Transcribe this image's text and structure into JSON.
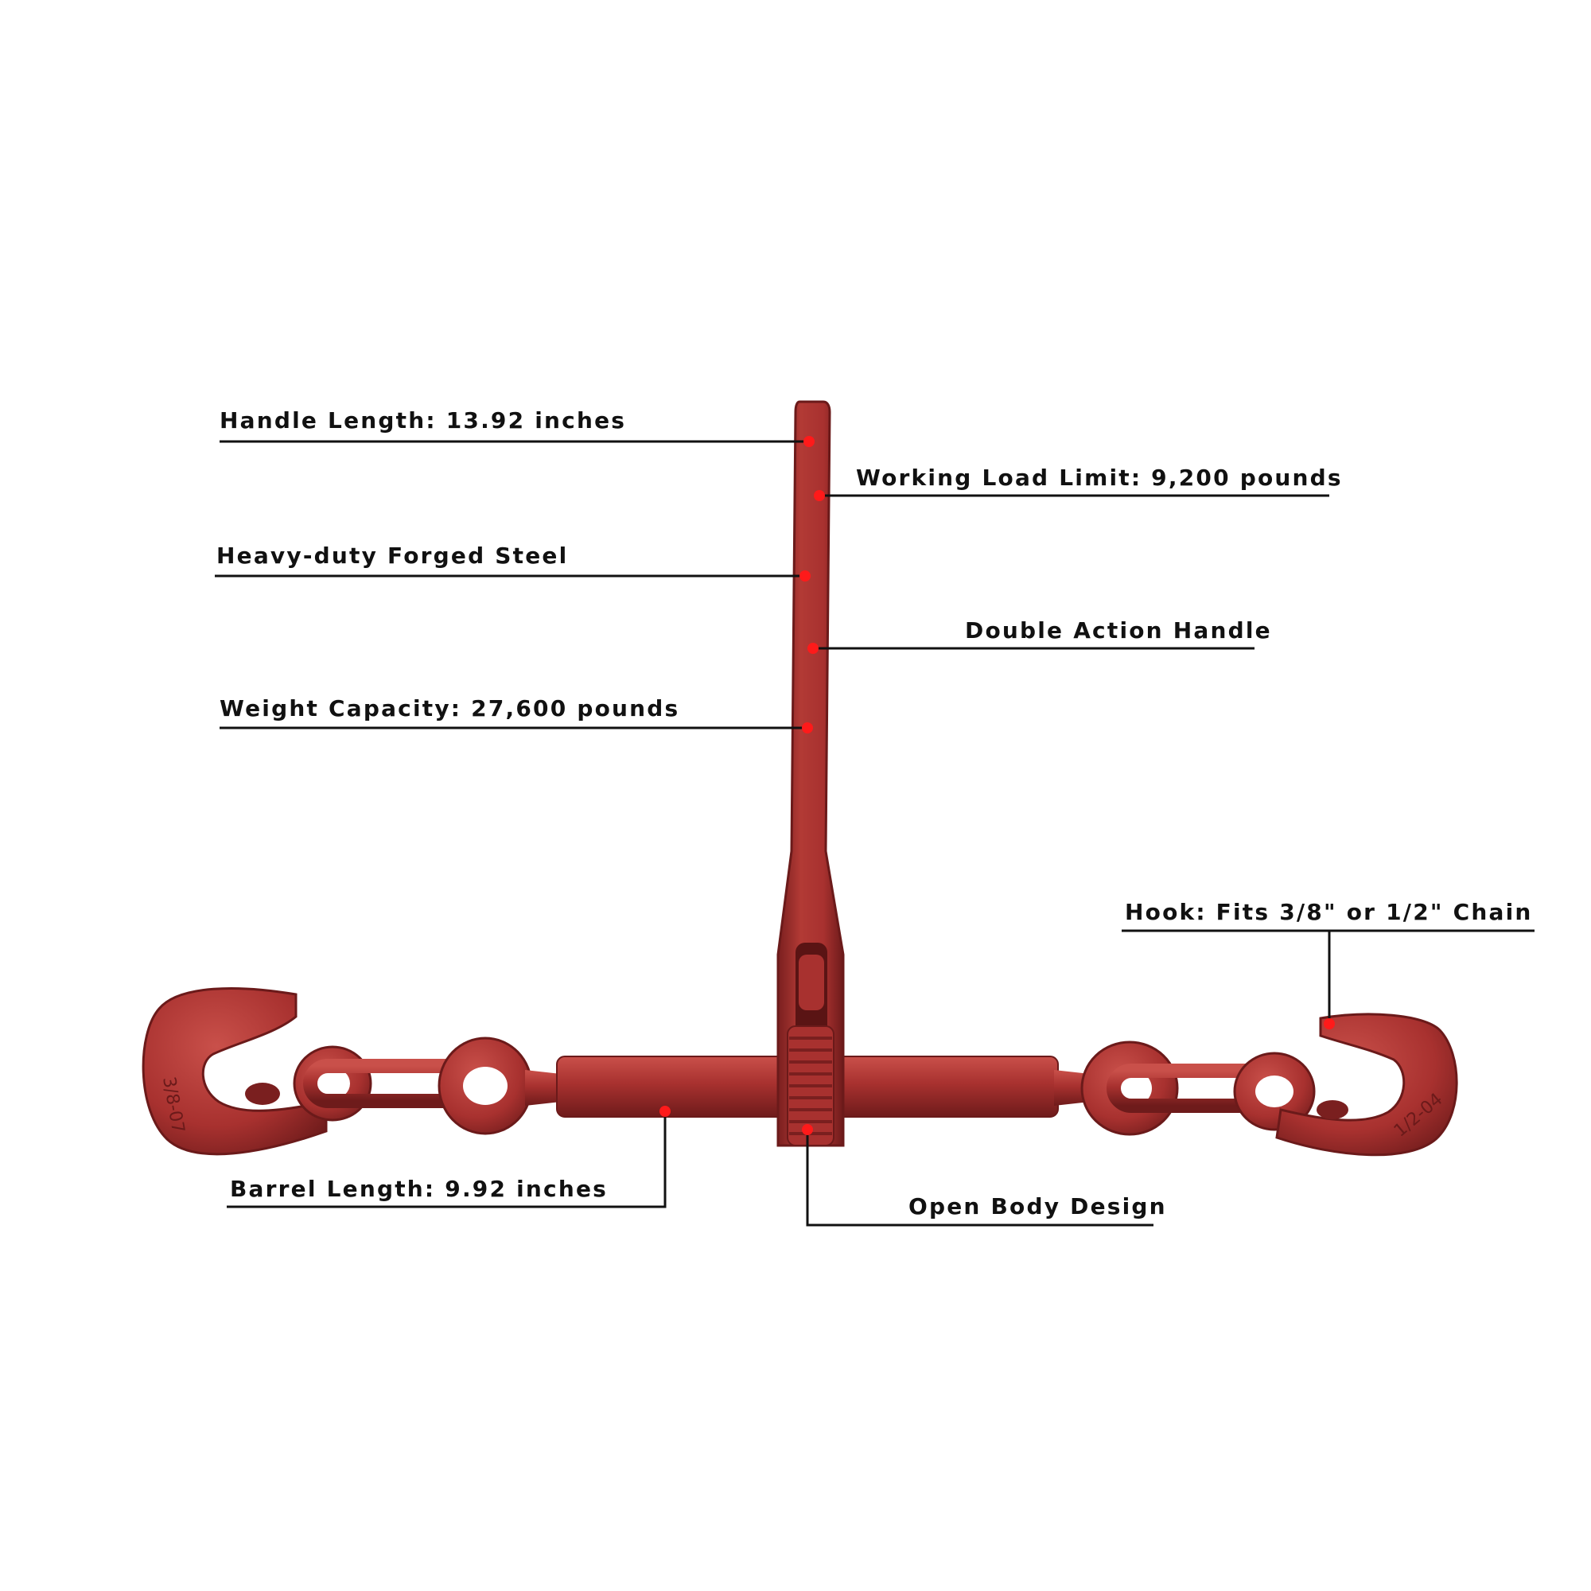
{
  "colors": {
    "steel_red": "#a8312f",
    "steel_dark": "#7a1f1f",
    "steel_light": "#c44a45",
    "marker": "#ff1a1a",
    "line": "#111111"
  },
  "callouts": {
    "handle_length": "Handle Length: 13.92 inches",
    "working_load_limit": "Working Load Limit: 9,200 pounds",
    "forged_steel": "Heavy-duty Forged Steel",
    "double_action": "Double Action Handle",
    "weight_capacity": "Weight Capacity: 27,600 pounds",
    "hook_fit": "Hook: Fits 3/8\" or 1/2\" Chain",
    "barrel_length": "Barrel Length: 9.92 inches",
    "open_body": "Open Body Design"
  },
  "hook_markings": {
    "left": "3/8-07",
    "right": "1/2-04"
  },
  "icons": {
    "marker": "red-dot-marker"
  }
}
